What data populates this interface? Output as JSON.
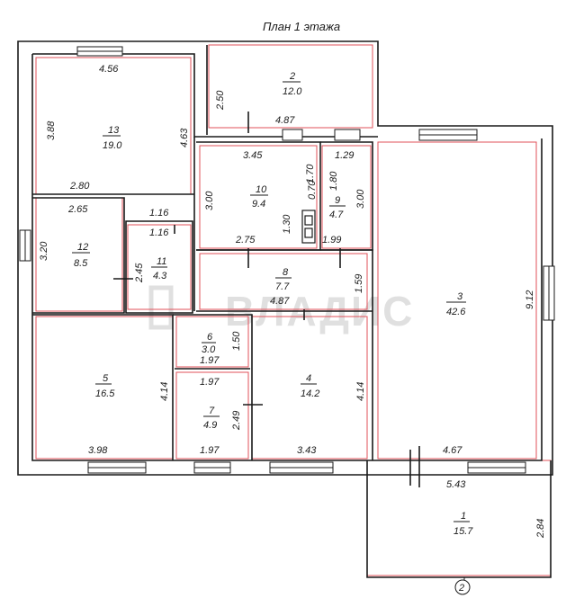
{
  "plan": {
    "title": "План 1 этажа",
    "axis_marker": "2",
    "watermark": "ВЛАДИС",
    "colors": {
      "wall": "#1a1a1a",
      "boundary": "#e0505a",
      "window": "#1a1a1a"
    },
    "rooms": [
      {
        "number": "1",
        "area": "15.7"
      },
      {
        "number": "2",
        "area": "12.0"
      },
      {
        "number": "3",
        "area": "42.6"
      },
      {
        "number": "4",
        "area": "14.2"
      },
      {
        "number": "5",
        "area": "16.5"
      },
      {
        "number": "6",
        "area": "3.0"
      },
      {
        "number": "7",
        "area": "4.9"
      },
      {
        "number": "8",
        "area": "7.7"
      },
      {
        "number": "9",
        "area": "4.7"
      },
      {
        "number": "10",
        "area": "9.4"
      },
      {
        "number": "11",
        "area": "4.3"
      },
      {
        "number": "12",
        "area": "8.5"
      },
      {
        "number": "13",
        "area": "19.0"
      }
    ],
    "dimensions": [
      "4.56",
      "2.50",
      "4.87",
      "3.88",
      "4.63",
      "3.45",
      "1.29",
      "1.70",
      "1.80",
      "3.00",
      "0.70",
      "3.00",
      "1.30",
      "2.80",
      "2.65",
      "1.16",
      "1.16",
      "3.20",
      "2.45",
      "2.75",
      "1.99",
      "1.59",
      "9.12",
      "4.87",
      "1.50",
      "1.97",
      "4.14",
      "1.97",
      "2.49",
      "4.14",
      "3.98",
      "1.97",
      "3.43",
      "4.67",
      "5.43",
      "2.84"
    ]
  }
}
